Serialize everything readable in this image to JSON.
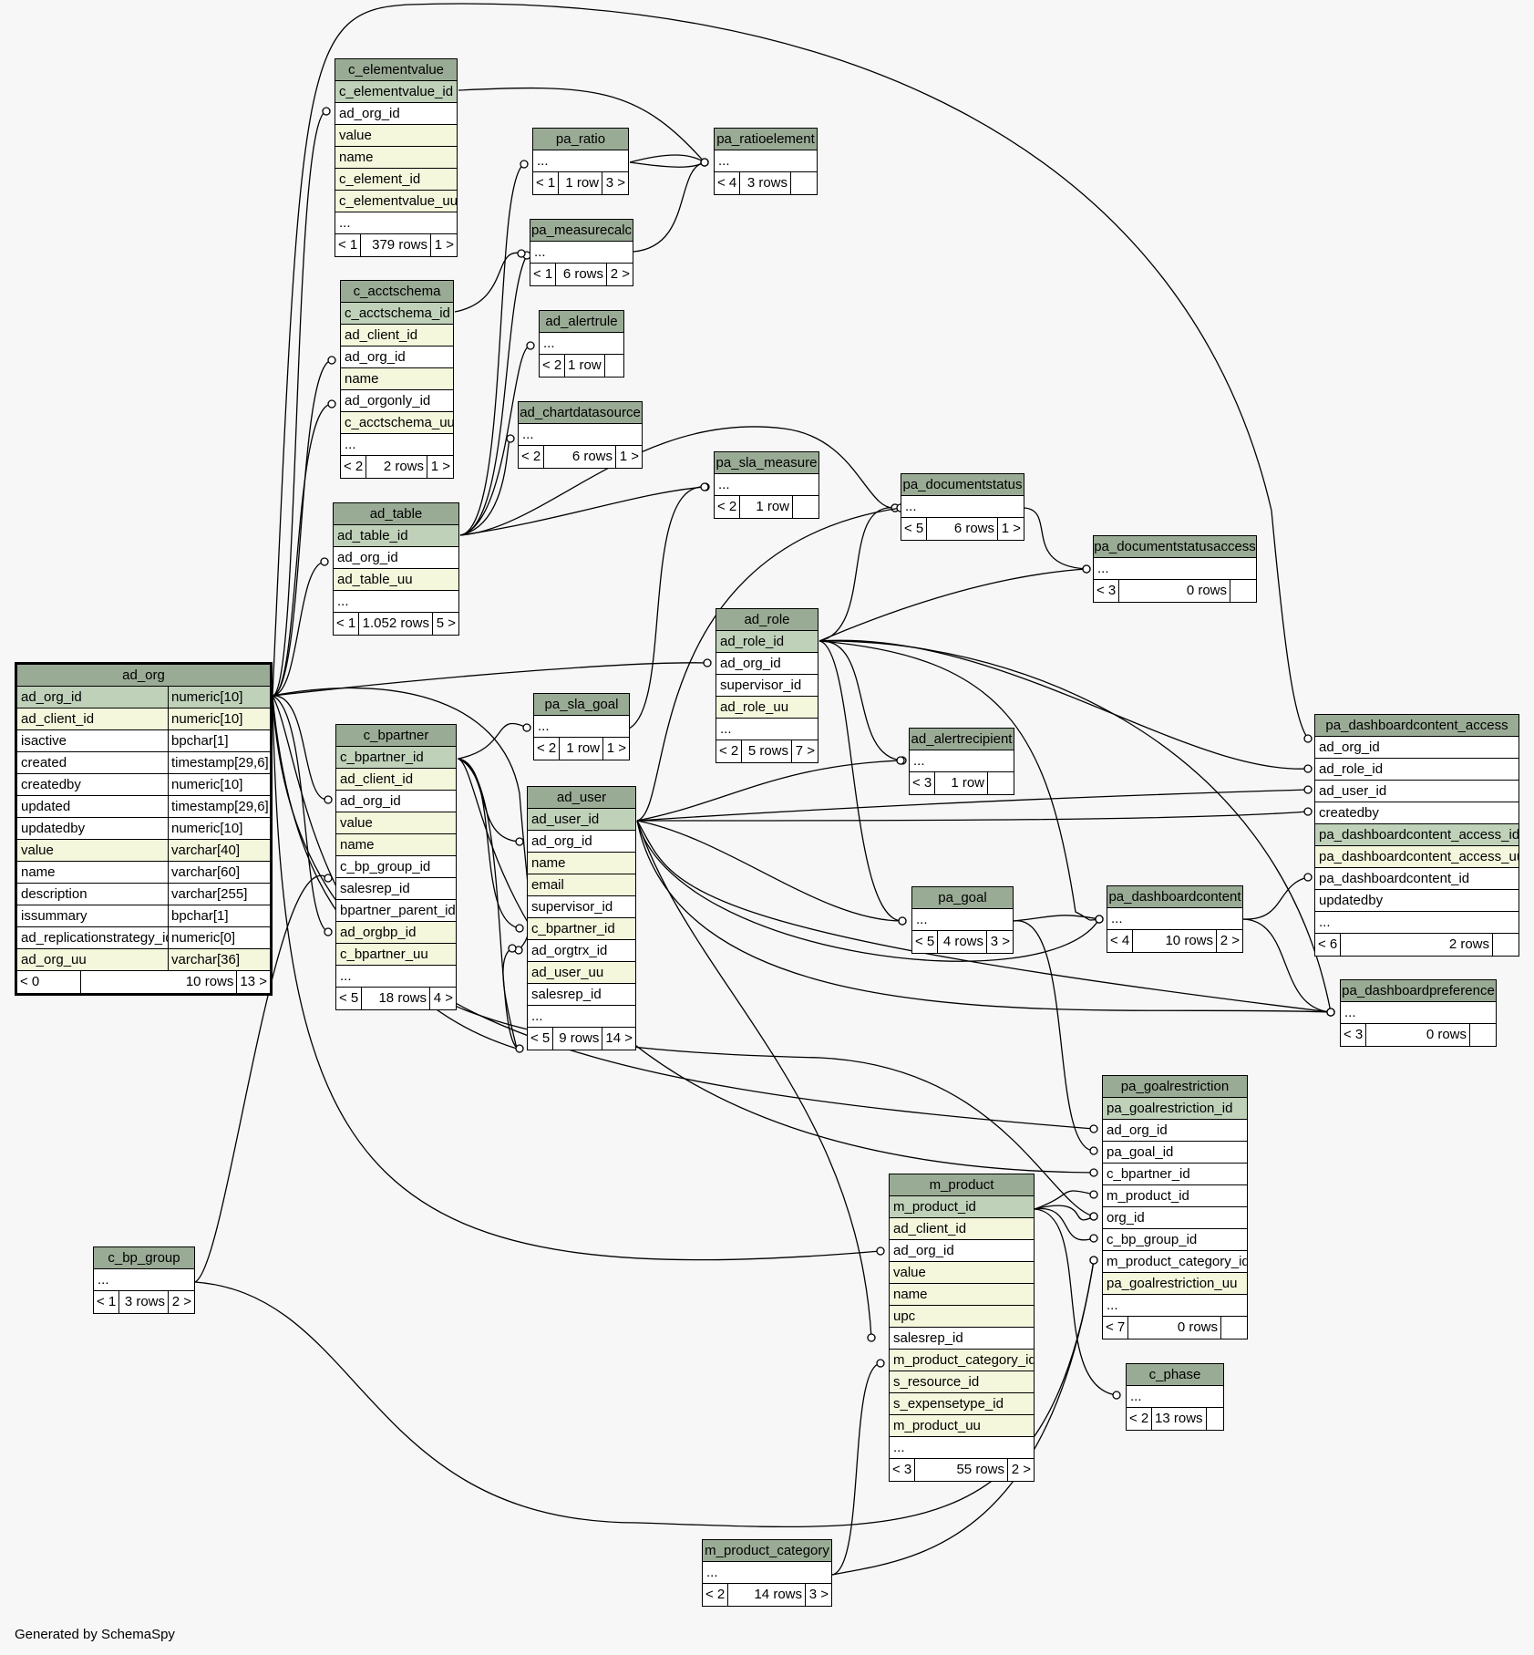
{
  "footer_text": "Generated by SchemaSpy",
  "colors": {
    "header": "#9aab95",
    "primary_key": "#bfd1b9",
    "indexed": "#f4f7dc",
    "background": "#f7f7f7"
  },
  "tables": [
    {
      "id": "c_elementvalue",
      "name": "c_elementvalue",
      "rows": [
        {
          "label": "c_elementvalue_id",
          "kind": "pk"
        },
        {
          "label": "ad_org_id",
          "kind": "plain"
        },
        {
          "label": "value",
          "kind": "idx"
        },
        {
          "label": "name",
          "kind": "idx"
        },
        {
          "label": "c_element_id",
          "kind": "idx"
        },
        {
          "label": "c_elementvalue_uu",
          "kind": "idx"
        },
        {
          "label": "...",
          "kind": "plain"
        }
      ],
      "footer": [
        "< 1",
        "379 rows",
        "1 >"
      ]
    },
    {
      "id": "c_acctschema",
      "name": "c_acctschema",
      "rows": [
        {
          "label": "c_acctschema_id",
          "kind": "pk"
        },
        {
          "label": "ad_client_id",
          "kind": "idx"
        },
        {
          "label": "ad_org_id",
          "kind": "plain"
        },
        {
          "label": "name",
          "kind": "idx"
        },
        {
          "label": "ad_orgonly_id",
          "kind": "plain"
        },
        {
          "label": "c_acctschema_uu",
          "kind": "idx"
        },
        {
          "label": "...",
          "kind": "plain"
        }
      ],
      "footer": [
        "< 2",
        "2 rows",
        "1 >"
      ]
    },
    {
      "id": "ad_table",
      "name": "ad_table",
      "rows": [
        {
          "label": "ad_table_id",
          "kind": "pk"
        },
        {
          "label": "ad_org_id",
          "kind": "plain"
        },
        {
          "label": "ad_table_uu",
          "kind": "idx"
        },
        {
          "label": "...",
          "kind": "plain"
        }
      ],
      "footer": [
        "< 1",
        "1.052 rows",
        "5 >"
      ]
    },
    {
      "id": "pa_ratio",
      "name": "pa_ratio",
      "rows": [
        {
          "label": "...",
          "kind": "plain"
        }
      ],
      "footer": [
        "< 1",
        "1 row",
        "3 >"
      ]
    },
    {
      "id": "pa_ratioelement",
      "name": "pa_ratioelement",
      "rows": [
        {
          "label": "...",
          "kind": "plain"
        }
      ],
      "footer": [
        "< 4",
        "3 rows",
        ""
      ]
    },
    {
      "id": "pa_measurecalc",
      "name": "pa_measurecalc",
      "rows": [
        {
          "label": "...",
          "kind": "plain"
        }
      ],
      "footer": [
        "< 1",
        "6 rows",
        "2 >"
      ]
    },
    {
      "id": "ad_alertrule",
      "name": "ad_alertrule",
      "rows": [
        {
          "label": "...",
          "kind": "plain"
        }
      ],
      "footer": [
        "< 2",
        "1 row",
        ""
      ]
    },
    {
      "id": "ad_chartdatasource",
      "name": "ad_chartdatasource",
      "rows": [
        {
          "label": "...",
          "kind": "plain"
        }
      ],
      "footer": [
        "< 2",
        "6 rows",
        "1 >"
      ]
    },
    {
      "id": "pa_sla_measure",
      "name": "pa_sla_measure",
      "rows": [
        {
          "label": "...",
          "kind": "plain"
        }
      ],
      "footer": [
        "< 2",
        "1 row",
        ""
      ]
    },
    {
      "id": "pa_documentstatus",
      "name": "pa_documentstatus",
      "rows": [
        {
          "label": "...",
          "kind": "plain"
        }
      ],
      "footer": [
        "< 5",
        "6 rows",
        "1 >"
      ]
    },
    {
      "id": "pa_documentstatusaccess",
      "name": "pa_documentstatusaccess",
      "rows": [
        {
          "label": "...",
          "kind": "plain"
        }
      ],
      "footer": [
        "< 3",
        "0 rows",
        ""
      ]
    },
    {
      "id": "ad_role",
      "name": "ad_role",
      "rows": [
        {
          "label": "ad_role_id",
          "kind": "pk"
        },
        {
          "label": "ad_org_id",
          "kind": "plain"
        },
        {
          "label": "supervisor_id",
          "kind": "plain"
        },
        {
          "label": "ad_role_uu",
          "kind": "idx"
        },
        {
          "label": "...",
          "kind": "plain"
        }
      ],
      "footer": [
        "< 2",
        "5 rows",
        "7 >"
      ]
    },
    {
      "id": "pa_sla_goal",
      "name": "pa_sla_goal",
      "rows": [
        {
          "label": "...",
          "kind": "plain"
        }
      ],
      "footer": [
        "< 2",
        "1 row",
        "1 >"
      ]
    },
    {
      "id": "ad_alertrecipient",
      "name": "ad_alertrecipient",
      "rows": [
        {
          "label": "...",
          "kind": "plain"
        }
      ],
      "footer": [
        "< 3",
        "1 row",
        ""
      ]
    },
    {
      "id": "pa_dashboardcontent_access",
      "name": "pa_dashboardcontent_access",
      "rows": [
        {
          "label": "ad_org_id",
          "kind": "plain"
        },
        {
          "label": "ad_role_id",
          "kind": "plain"
        },
        {
          "label": "ad_user_id",
          "kind": "plain"
        },
        {
          "label": "createdby",
          "kind": "plain"
        },
        {
          "label": "pa_dashboardcontent_access_id",
          "kind": "pk"
        },
        {
          "label": "pa_dashboardcontent_access_uu",
          "kind": "idx"
        },
        {
          "label": "pa_dashboardcontent_id",
          "kind": "plain"
        },
        {
          "label": "updatedby",
          "kind": "plain"
        },
        {
          "label": "...",
          "kind": "plain"
        }
      ],
      "footer": [
        "< 6",
        "2 rows",
        ""
      ]
    },
    {
      "id": "ad_org",
      "name": "ad_org",
      "focus": true,
      "rows": [
        {
          "label": "ad_org_id",
          "type": "numeric[10]",
          "kind": "pk"
        },
        {
          "label": "ad_client_id",
          "type": "numeric[10]",
          "kind": "idx"
        },
        {
          "label": "isactive",
          "type": "bpchar[1]",
          "kind": "plain"
        },
        {
          "label": "created",
          "type": "timestamp[29,6]",
          "kind": "plain"
        },
        {
          "label": "createdby",
          "type": "numeric[10]",
          "kind": "plain"
        },
        {
          "label": "updated",
          "type": "timestamp[29,6]",
          "kind": "plain"
        },
        {
          "label": "updatedby",
          "type": "numeric[10]",
          "kind": "plain"
        },
        {
          "label": "value",
          "type": "varchar[40]",
          "kind": "idx"
        },
        {
          "label": "name",
          "type": "varchar[60]",
          "kind": "plain"
        },
        {
          "label": "description",
          "type": "varchar[255]",
          "kind": "plain"
        },
        {
          "label": "issummary",
          "type": "bpchar[1]",
          "kind": "plain"
        },
        {
          "label": "ad_replicationstrategy_id",
          "type": "numeric[0]",
          "kind": "plain"
        },
        {
          "label": "ad_org_uu",
          "type": "varchar[36]",
          "kind": "idx"
        }
      ],
      "footer": [
        "< 0",
        "10 rows",
        "13 >"
      ]
    },
    {
      "id": "c_bpartner",
      "name": "c_bpartner",
      "rows": [
        {
          "label": "c_bpartner_id",
          "kind": "pk"
        },
        {
          "label": "ad_client_id",
          "kind": "idx"
        },
        {
          "label": "ad_org_id",
          "kind": "plain"
        },
        {
          "label": "value",
          "kind": "idx"
        },
        {
          "label": "name",
          "kind": "idx"
        },
        {
          "label": "c_bp_group_id",
          "kind": "plain"
        },
        {
          "label": "salesrep_id",
          "kind": "plain"
        },
        {
          "label": "bpartner_parent_id",
          "kind": "plain"
        },
        {
          "label": "ad_orgbp_id",
          "kind": "idx"
        },
        {
          "label": "c_bpartner_uu",
          "kind": "idx"
        },
        {
          "label": "...",
          "kind": "plain"
        }
      ],
      "footer": [
        "< 5",
        "18 rows",
        "4 >"
      ]
    },
    {
      "id": "ad_user",
      "name": "ad_user",
      "rows": [
        {
          "label": "ad_user_id",
          "kind": "pk"
        },
        {
          "label": "ad_org_id",
          "kind": "plain"
        },
        {
          "label": "name",
          "kind": "idx"
        },
        {
          "label": "email",
          "kind": "idx"
        },
        {
          "label": "supervisor_id",
          "kind": "plain"
        },
        {
          "label": "c_bpartner_id",
          "kind": "idx"
        },
        {
          "label": "ad_orgtrx_id",
          "kind": "plain"
        },
        {
          "label": "ad_user_uu",
          "kind": "idx"
        },
        {
          "label": "salesrep_id",
          "kind": "plain"
        },
        {
          "label": "...",
          "kind": "plain"
        }
      ],
      "footer": [
        "< 5",
        "9 rows",
        "14 >"
      ]
    },
    {
      "id": "pa_goal",
      "name": "pa_goal",
      "rows": [
        {
          "label": "...",
          "kind": "plain"
        }
      ],
      "footer": [
        "< 5",
        "4 rows",
        "3 >"
      ]
    },
    {
      "id": "pa_dashboardcontent",
      "name": "pa_dashboardcontent",
      "rows": [
        {
          "label": "...",
          "kind": "plain"
        }
      ],
      "footer": [
        "< 4",
        "10 rows",
        "2 >"
      ]
    },
    {
      "id": "pa_dashboardpreference",
      "name": "pa_dashboardpreference",
      "rows": [
        {
          "label": "...",
          "kind": "plain"
        }
      ],
      "footer": [
        "< 3",
        "0 rows",
        ""
      ]
    },
    {
      "id": "pa_goalrestriction",
      "name": "pa_goalrestriction",
      "rows": [
        {
          "label": "pa_goalrestriction_id",
          "kind": "pk"
        },
        {
          "label": "ad_org_id",
          "kind": "plain"
        },
        {
          "label": "pa_goal_id",
          "kind": "plain"
        },
        {
          "label": "c_bpartner_id",
          "kind": "plain"
        },
        {
          "label": "m_product_id",
          "kind": "plain"
        },
        {
          "label": "org_id",
          "kind": "plain"
        },
        {
          "label": "c_bp_group_id",
          "kind": "plain"
        },
        {
          "label": "m_product_category_id",
          "kind": "plain"
        },
        {
          "label": "pa_goalrestriction_uu",
          "kind": "idx"
        },
        {
          "label": "...",
          "kind": "plain"
        }
      ],
      "footer": [
        "< 7",
        "0 rows",
        ""
      ]
    },
    {
      "id": "m_product",
      "name": "m_product",
      "rows": [
        {
          "label": "m_product_id",
          "kind": "pk"
        },
        {
          "label": "ad_client_id",
          "kind": "idx"
        },
        {
          "label": "ad_org_id",
          "kind": "plain"
        },
        {
          "label": "value",
          "kind": "idx"
        },
        {
          "label": "name",
          "kind": "idx"
        },
        {
          "label": "upc",
          "kind": "idx"
        },
        {
          "label": "salesrep_id",
          "kind": "plain"
        },
        {
          "label": "m_product_category_id",
          "kind": "idx"
        },
        {
          "label": "s_resource_id",
          "kind": "idx"
        },
        {
          "label": "s_expensetype_id",
          "kind": "idx"
        },
        {
          "label": "m_product_uu",
          "kind": "idx"
        },
        {
          "label": "...",
          "kind": "plain"
        }
      ],
      "footer": [
        "< 3",
        "55 rows",
        "2 >"
      ]
    },
    {
      "id": "c_bp_group",
      "name": "c_bp_group",
      "rows": [
        {
          "label": "...",
          "kind": "plain"
        }
      ],
      "footer": [
        "< 1",
        "3 rows",
        "2 >"
      ]
    },
    {
      "id": "c_phase",
      "name": "c_phase",
      "rows": [
        {
          "label": "...",
          "kind": "plain"
        }
      ],
      "footer": [
        "< 2",
        "13 rows",
        ""
      ]
    },
    {
      "id": "m_product_category",
      "name": "m_product_category",
      "rows": [
        {
          "label": "...",
          "kind": "plain"
        }
      ],
      "footer": [
        "< 2",
        "14 rows",
        "3 >"
      ]
    }
  ]
}
